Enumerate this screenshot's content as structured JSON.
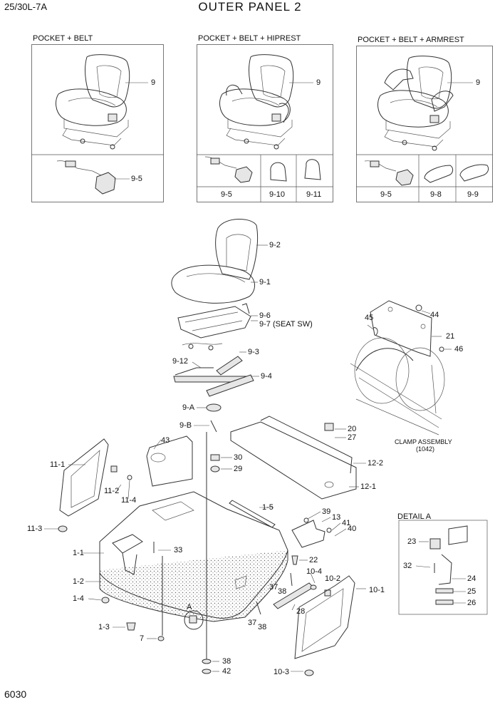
{
  "header": {
    "model": "25/30L-7A",
    "title": "OUTER PANEL 2"
  },
  "footer": {
    "page_number": "6030"
  },
  "variants": [
    {
      "title": "POCKET + BELT",
      "seat_ref": "9",
      "parts": [
        "9-5"
      ]
    },
    {
      "title": "POCKET + BELT + HIPREST",
      "seat_ref": "9",
      "parts": [
        "9-5",
        "9-10",
        "9-11"
      ]
    },
    {
      "title": "POCKET + BELT + ARMREST",
      "seat_ref": "9",
      "parts": [
        "9-5",
        "9-8",
        "9-9"
      ]
    }
  ],
  "clamp": {
    "title": "CLAMP ASSEMBLY",
    "code": "(1042)"
  },
  "detail": {
    "title": "DETAIL A"
  },
  "callouts": {
    "seat_back": "9-2",
    "seat_cushion": "9-1",
    "rail_6": "9-6",
    "seat_sw": "9-7 (SEAT SW)",
    "rail_3": "9-3",
    "rail_12": "9-12",
    "rail_4": "9-4",
    "grommet_a": "9-A",
    "grommet_b": "9-B",
    "c43": "43",
    "c30": "30",
    "c29": "29",
    "c20": "20",
    "c27": "27",
    "c12_2": "12-2",
    "c12_1": "12-1",
    "c11_1": "11-1",
    "c11_2": "11-2",
    "c11_4": "11-4",
    "c11_3": "11-3",
    "c1_5": "1-5",
    "c39": "39",
    "c13": "13",
    "c41": "41",
    "c40": "40",
    "c1_1": "1-1",
    "c33": "33",
    "c22": "22",
    "c10_4": "10-4",
    "c10_2": "10-2",
    "c10_1": "10-1",
    "c1_2": "1-2",
    "c1_4": "1-4",
    "c37a": "37",
    "c38a": "38",
    "c28": "28",
    "c37b": "37",
    "c38b": "38",
    "c_a": "A",
    "c1_3": "1-3",
    "c7": "7",
    "c38c": "38",
    "c42": "42",
    "c10_3": "10-3",
    "c45": "45",
    "c44": "44",
    "c21": "21",
    "c46": "46",
    "c23": "23",
    "c32": "32",
    "c24": "24",
    "c25": "25",
    "c26": "26"
  }
}
